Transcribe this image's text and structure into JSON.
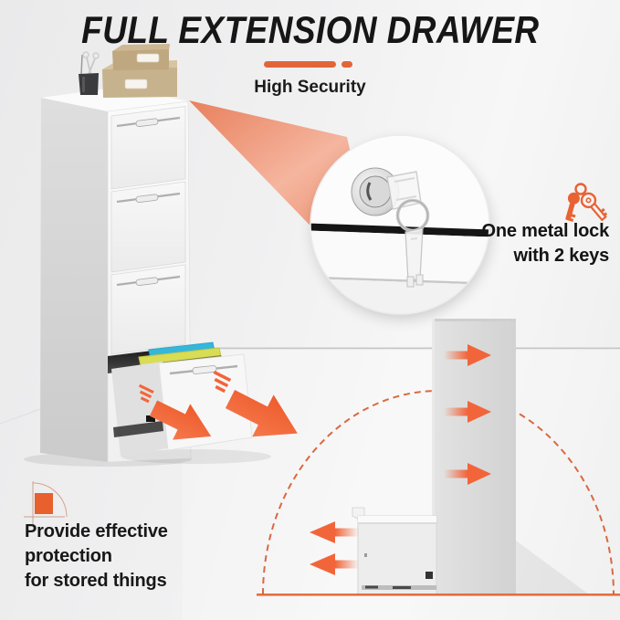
{
  "header": {
    "title": "FULL EXTENSION DRAWER",
    "subtitle": "High Security"
  },
  "callouts": {
    "lock": {
      "line1": "One metal lock",
      "line2": "with 2 keys"
    },
    "protection": {
      "line1": "Provide effective",
      "line2": "protection",
      "line3": "for stored things"
    }
  },
  "icons": {
    "keys": "keys-icon",
    "scissors": "scissors-icon",
    "corner_accent": "corner-accent-icon",
    "magnifier": "magnifier-lock-detail",
    "drawer_arrows": "pull-out-arrows",
    "diagram": "full-extension-side-diagram"
  },
  "colors": {
    "accent_orange": "#e2653a",
    "arrow_orange": "#f2653a",
    "title_text": "#161616",
    "background": "#efefef",
    "cabinet_white": "#f6f6f6",
    "box_tan": "#c7b28e",
    "folder_blue": "#35b7db",
    "folder_yellow": "#d9dc55"
  }
}
